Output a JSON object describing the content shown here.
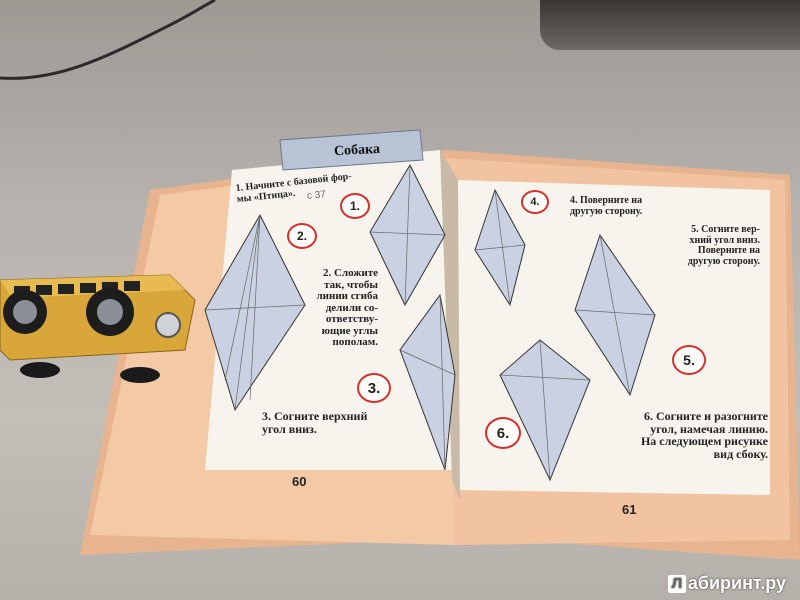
{
  "book": {
    "title": "Собака",
    "left_page_number": "60",
    "right_page_number": "61",
    "pencil_note": "с 37",
    "steps": [
      {
        "num": "1.",
        "text": "1. Начните с базовой фор-\nмы «Птица»."
      },
      {
        "num": "2.",
        "text": "2. Сложите\nтак, чтобы\nлинии сгиба\nделили со-\nответству-\nющие углы\nпополам."
      },
      {
        "num": "3.",
        "text": "3. Согните верхний\nугол вниз."
      },
      {
        "num": "4.",
        "text": "4. Поверните на\nдругую сторону."
      },
      {
        "num": "5.",
        "text": "5. Согните вер-\nхний угол вниз.\nПоверните на\nдругую сторону."
      },
      {
        "num": "6.",
        "text": "6. Согните и разогните\nугол, намечая линию.\nНа следующем рисунке\nвид сбоку."
      }
    ]
  },
  "watermark": {
    "icon_letter": "Л",
    "text": "абиринт.ру"
  },
  "colors": {
    "page_border": "#f0b48c",
    "header": "#b9c3d6",
    "circle_red": "#d6302d",
    "page_paper": "#f7f4ee"
  }
}
